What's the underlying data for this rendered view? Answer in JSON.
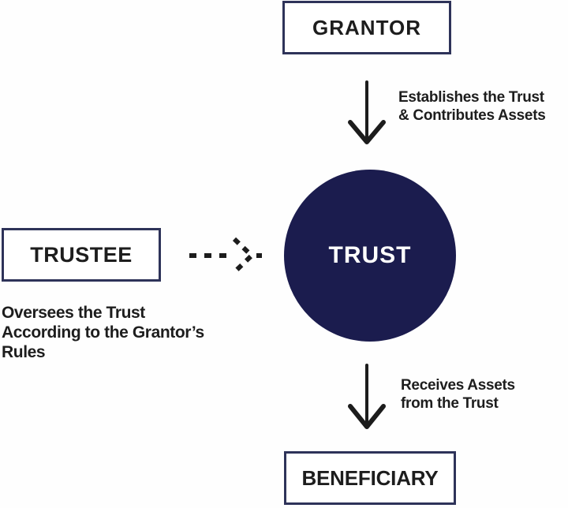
{
  "diagram": {
    "type": "flow-diagram",
    "subject": "trust structure",
    "colors": {
      "background": "#fefefe",
      "box_border": "#2e3359",
      "box_fill": "#ffffff",
      "circle_fill": "#1b1c4e",
      "circle_text": "#ffffff",
      "text": "#1d1d1d",
      "arrow": "#1c1c1c"
    },
    "nodes": {
      "grantor": {
        "label": "GRANTOR",
        "shape": "rectangle"
      },
      "trustee": {
        "label": "TRUSTEE",
        "shape": "rectangle"
      },
      "trust": {
        "label": "TRUST",
        "shape": "circle"
      },
      "beneficiary": {
        "label": "BENEFICIARY",
        "shape": "rectangle"
      }
    },
    "edges": [
      {
        "from": "GRANTOR",
        "to": "TRUST",
        "style": "solid-arrow-down",
        "label_lines": [
          "Establishes the Trust",
          "& Contributes Assets"
        ]
      },
      {
        "from": "TRUSTEE",
        "to": "TRUST",
        "style": "dashed-arrow-right",
        "label_lines": []
      },
      {
        "from": "TRUST",
        "to": "BENEFICIARY",
        "style": "solid-arrow-down",
        "label_lines": [
          "Receives Assets",
          "from the Trust"
        ]
      }
    ],
    "captions": {
      "trustee_note_lines": [
        "Oversees the Trust",
        "According to the Grantor’s",
        "Rules"
      ]
    }
  }
}
